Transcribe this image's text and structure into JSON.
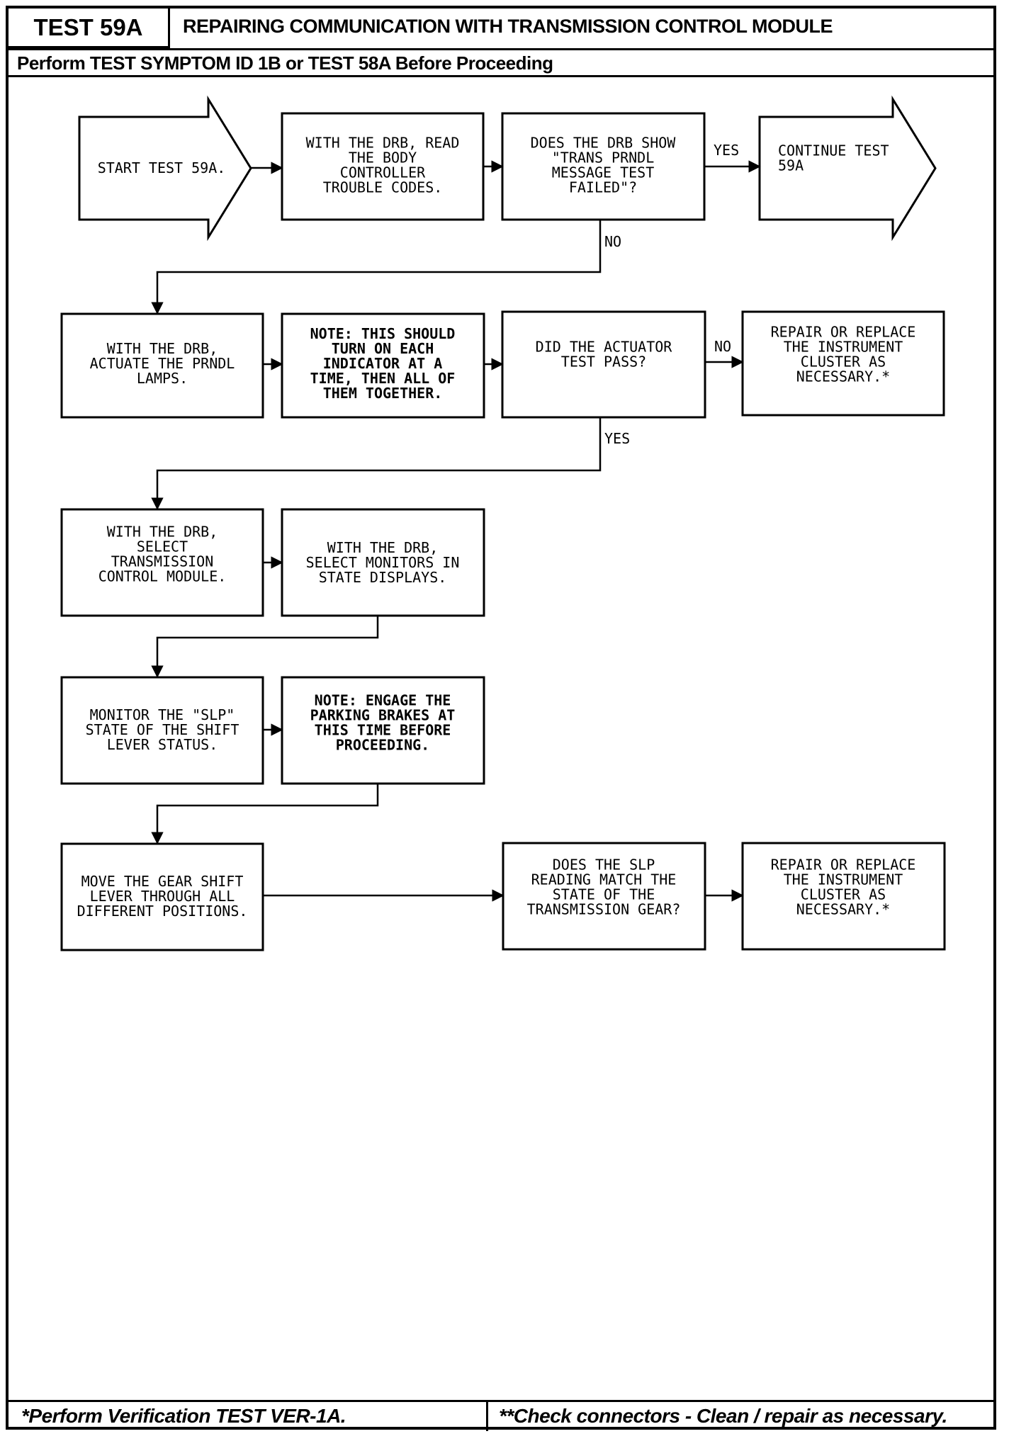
{
  "header": {
    "test_id": "TEST 59A",
    "title": "REPAIRING COMMUNICATION WITH TRANSMISSION CONTROL MODULE",
    "prerequisite": "Perform TEST SYMPTOM ID 1B or TEST 58A Before Proceeding"
  },
  "flow": {
    "start": [
      "START TEST 59A."
    ],
    "read_codes": [
      "WITH THE DRB, READ",
      "THE BODY",
      "CONTROLLER",
      "TROUBLE CODES."
    ],
    "q_message": [
      "DOES THE DRB SHOW",
      "\"TRANS PRNDL",
      "MESSAGE TEST",
      "FAILED\"?"
    ],
    "continue": [
      "CONTINUE TEST",
      "59A"
    ],
    "actuate": [
      "WITH THE DRB,",
      "ACTUATE THE PRNDL",
      "LAMPS."
    ],
    "note_indicator": [
      "NOTE: THIS SHOULD",
      "TURN ON EACH",
      "INDICATOR AT A",
      "TIME, THEN ALL OF",
      "THEM TOGETHER."
    ],
    "q_actuator": [
      "DID THE ACTUATOR",
      "TEST PASS?"
    ],
    "repair1": [
      "REPAIR OR REPLACE",
      "THE INSTRUMENT",
      "CLUSTER AS",
      "NECESSARY.*"
    ],
    "select_tcm": [
      "WITH THE DRB,",
      "SELECT",
      "TRANSMISSION",
      "CONTROL MODULE."
    ],
    "select_monitors": [
      "WITH THE DRB,",
      "SELECT MONITORS IN",
      "STATE DISPLAYS."
    ],
    "monitor_slp": [
      "MONITOR THE \"SLP\"",
      "STATE OF THE SHIFT",
      "LEVER STATUS."
    ],
    "note_brakes": [
      "NOTE: ENGAGE THE",
      "PARKING BRAKES AT",
      "THIS TIME BEFORE",
      "PROCEEDING."
    ],
    "move_lever": [
      "MOVE THE GEAR SHIFT",
      "LEVER THROUGH ALL",
      "DIFFERENT POSITIONS."
    ],
    "q_slp": [
      "DOES THE SLP",
      "READING MATCH THE",
      "STATE OF THE",
      "TRANSMISSION GEAR?"
    ],
    "repair2": [
      "REPAIR OR REPLACE",
      "THE INSTRUMENT",
      "CLUSTER AS",
      "NECESSARY.*"
    ],
    "labels": {
      "yes1": "YES",
      "no1": "NO",
      "no2": "NO",
      "yes2": "YES"
    }
  },
  "footer": {
    "left": "*Perform Verification TEST VER-1A.",
    "right": "**Check connectors - Clean / repair as necessary."
  }
}
